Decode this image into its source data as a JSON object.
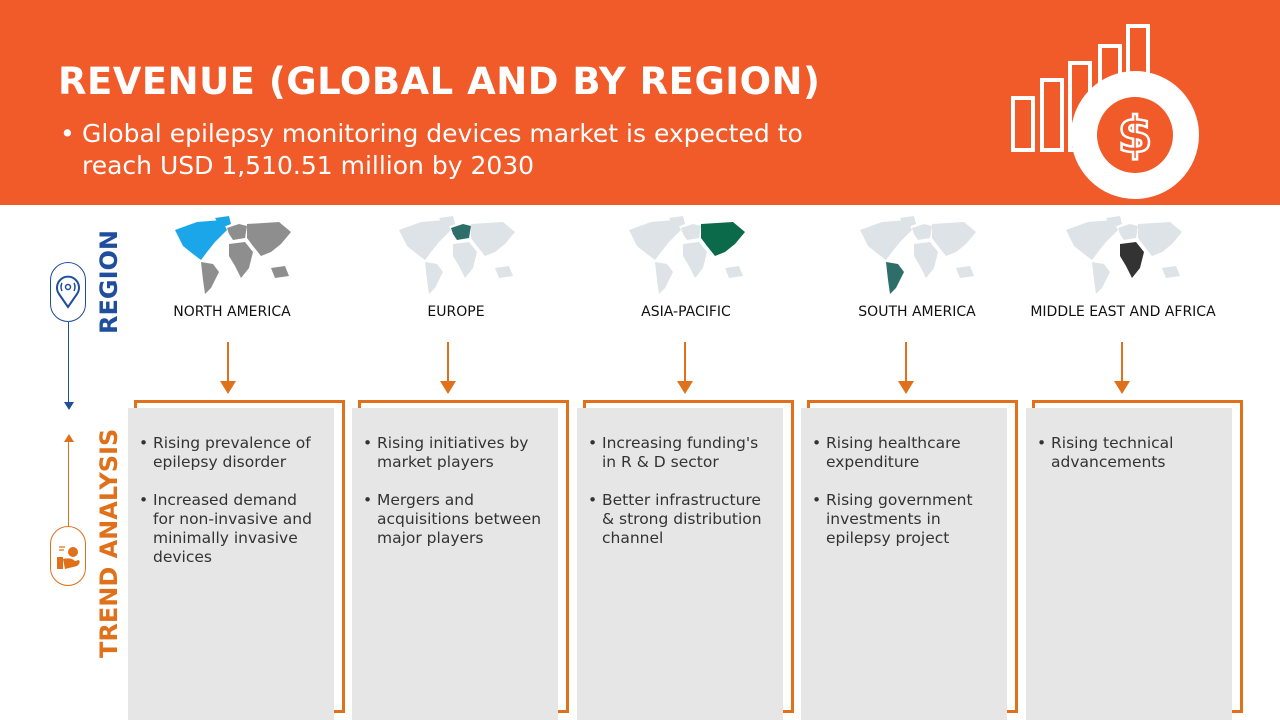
{
  "header": {
    "title": "REVENUE (GLOBAL AND BY REGION)",
    "bullet": "Global epilepsy monitoring devices market is expected to reach USD 1,510.51 million by 2030"
  },
  "side": {
    "region_label": "REGION",
    "trend_label": "TREND ANALYSIS"
  },
  "colors": {
    "header": "#F15A29",
    "region": "#1F4E9C",
    "trend": "#E07019"
  },
  "regions": [
    {
      "name": "NORTH AMERICA",
      "trends": [
        "Rising prevalence of epilepsy disorder",
        "Increased demand for non-invasive and minimally invasive devices"
      ]
    },
    {
      "name": "EUROPE",
      "trends": [
        "Rising initiatives by market players",
        "Mergers and acquisitions between major players"
      ]
    },
    {
      "name": "ASIA-PACIFIC",
      "trends": [
        "Increasing funding's in R & D sector",
        "Better infrastructure & strong distribution channel"
      ]
    },
    {
      "name": "SOUTH AMERICA",
      "trends": [
        "Rising healthcare expenditure",
        "Rising government investments in epilepsy project"
      ]
    },
    {
      "name": "MIDDLE EAST AND AFRICA",
      "trends": [
        "Rising technical advancements"
      ]
    }
  ]
}
